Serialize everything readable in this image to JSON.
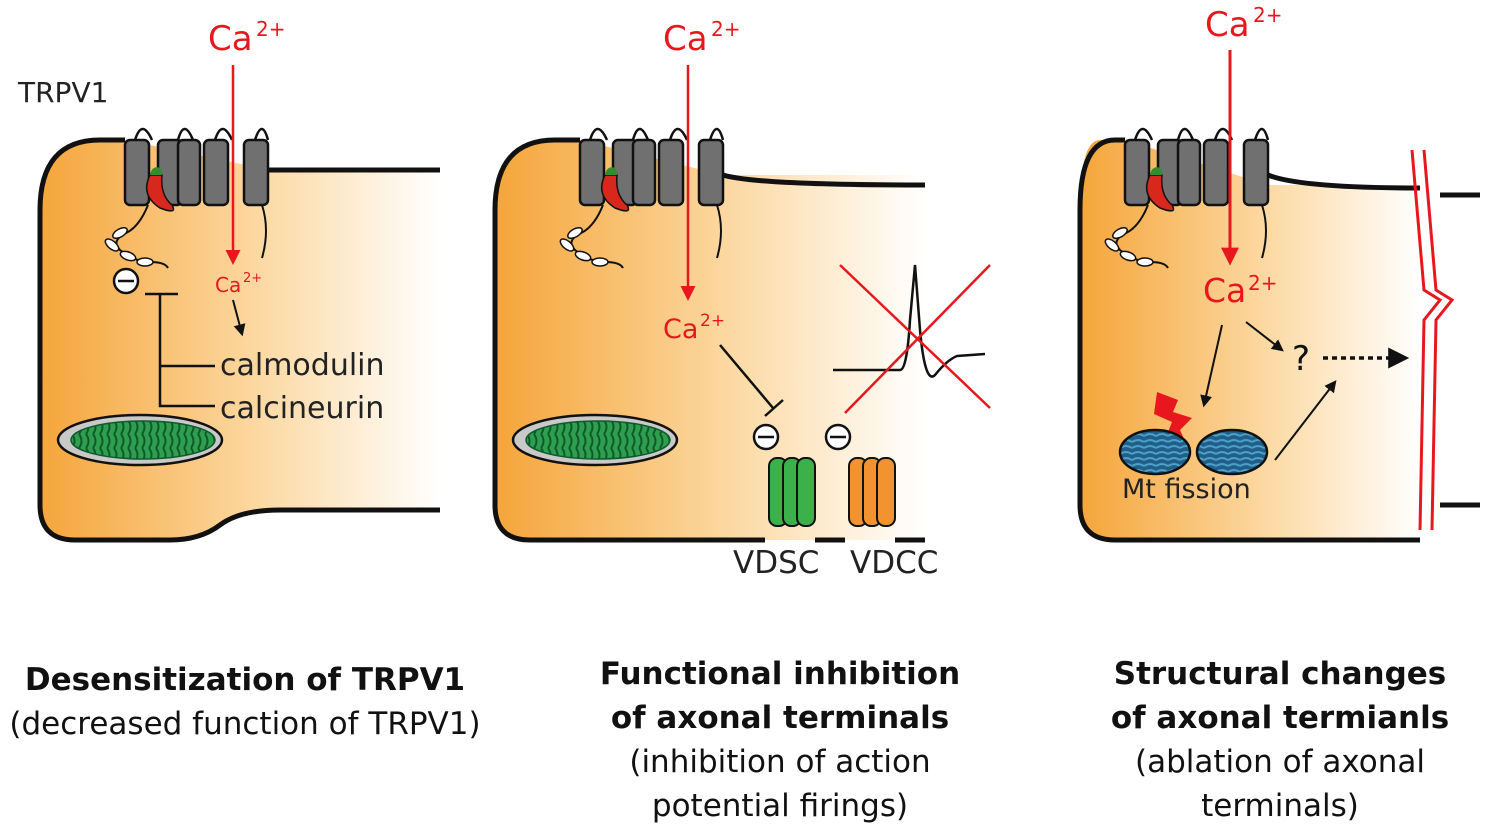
{
  "panel1": {
    "trpv1_label": "TRPV1",
    "ion_top": "Ca",
    "ion_top_charge": "2+",
    "ion_inner": "Ca",
    "ion_inner_charge": "2+",
    "calmodulin": "calmodulin",
    "calcineurin": "calcineurin",
    "minus_sign": "−",
    "caption_title": "Desensitization of TRPV1",
    "caption_sub": "(decreased function of TRPV1)"
  },
  "panel2": {
    "ion_top": "Ca",
    "ion_top_charge": "2+",
    "ion_inner": "Ca",
    "ion_inner_charge": "2+",
    "vdsc": "VDSC",
    "vdcc": "VDCC",
    "minus_sign": "−",
    "caption_title_1": "Functional inhibition",
    "caption_title_2": "of axonal terminals",
    "caption_sub_1": "(inhibition of action",
    "caption_sub_2": "potential firings)"
  },
  "panel3": {
    "ion_top": "Ca",
    "ion_top_charge": "2+",
    "ion_inner": "Ca",
    "ion_inner_charge": "2+",
    "question": "?",
    "mt_fission": "Mt fission",
    "caption_title_1": "Structural changes",
    "caption_title_2": "of axonal termianls",
    "caption_sub_1": "(ablation of axonal",
    "caption_sub_2": "terminals)"
  },
  "colors": {
    "calcium_red": "#e8171d",
    "cell_orange": "#f5a53a",
    "channel_gray": "#707070",
    "mito_green": "#2e9e4f",
    "mito_blue": "#1f5f8a",
    "vdsc_green": "#3cb04a",
    "vdcc_orange": "#f29330"
  }
}
